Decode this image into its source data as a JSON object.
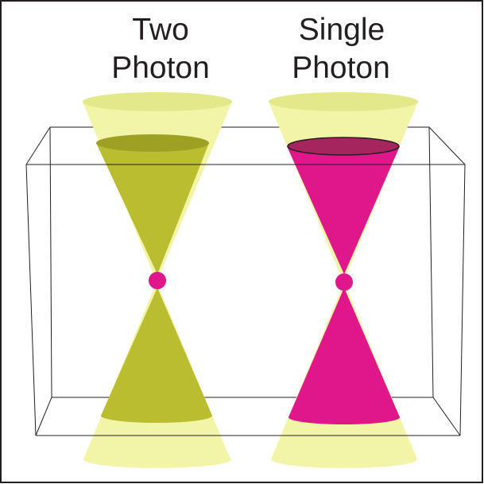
{
  "labels": {
    "two_photon": [
      "Two",
      "Photon"
    ],
    "single_photon": [
      "Single",
      "Photon"
    ]
  },
  "colors": {
    "frame": "#231f20",
    "box_edge": "#231f20",
    "pale_cone": "#f2f5a8",
    "pale_ellipse": "#e3e88a",
    "olive": "#b9bd2f",
    "olive_dark": "#9ea024",
    "magenta": "#e0178a",
    "magenta_dark": "#a5265f",
    "focal_spot": "#e0178a"
  },
  "icons": {
    "two_photon_beam": "double-cone-beam",
    "single_photon_beam": "double-cone-beam",
    "sample_volume": "wireframe-box"
  }
}
